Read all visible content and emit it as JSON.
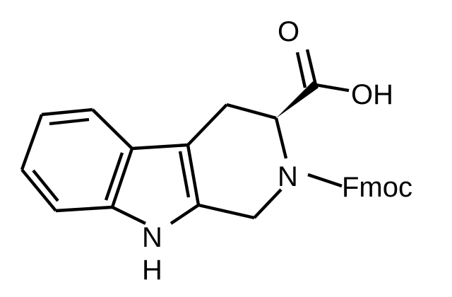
{
  "molecule": {
    "atoms": {
      "carbonyl_oxygen": "O",
      "hydroxyl": "OH",
      "ring_nitrogen": "N",
      "protecting_group": "Fmoc",
      "indole_nitrogen": "N",
      "indole_hydrogen": "H"
    }
  }
}
